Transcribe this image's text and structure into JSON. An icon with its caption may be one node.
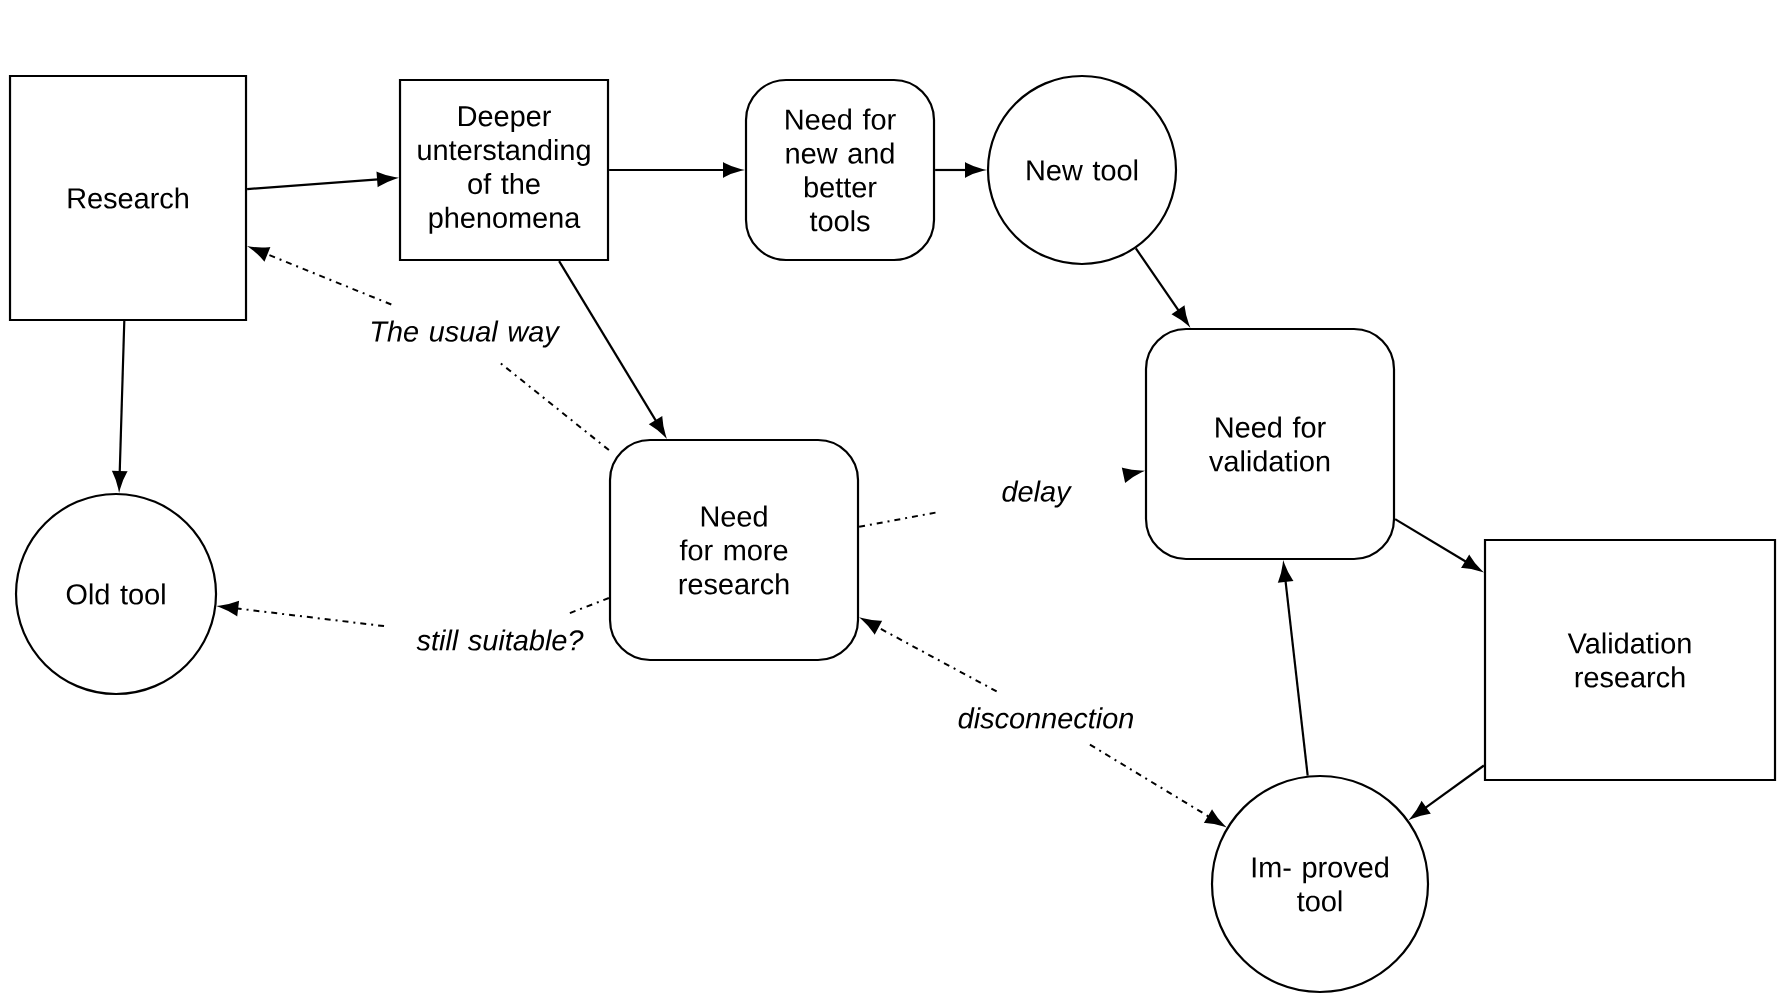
{
  "diagram": {
    "nodes": [
      {
        "text": [
          "Research"
        ]
      },
      {
        "text": [
          "Deeper unterstanding of the phenomena"
        ]
      },
      {
        "text": [
          "Need for new and better tools"
        ]
      },
      {
        "text": [
          "New tool"
        ]
      },
      {
        "text": [
          "Old tool"
        ]
      },
      {
        "text": [
          "Need for more research"
        ]
      },
      {
        "text": [
          "Need for validation"
        ]
      },
      {
        "text": [
          "Validation research"
        ]
      },
      {
        "text": [
          "Im- proved tool"
        ]
      },
      {
        "text": [
          "The usual way"
        ]
      },
      {
        "text": [
          "still suitable?"
        ]
      },
      {
        "text": [
          "delay"
        ]
      },
      {
        "text": [
          "disconnection"
        ]
      }
    ],
    "edges": [
      {
        "from": 0,
        "to": 1,
        "arrow": "to"
      },
      {
        "from": 1,
        "to": 2,
        "arrow": "to"
      },
      {
        "from": 2,
        "to": 3,
        "arrow": "to"
      },
      {
        "from": 0,
        "to": 4,
        "arrow": "to"
      },
      {
        "from": 1,
        "to": 5,
        "arrow": "to"
      },
      {
        "from": 3,
        "to": 6,
        "arrow": "to"
      },
      {
        "from": 6,
        "to": 7,
        "arrow": "to"
      },
      {
        "from": 7,
        "to": 8,
        "arrow": "to"
      },
      {
        "from": 8,
        "to": 6,
        "arrow": "to"
      },
      {
        "from": 9,
        "to": 0,
        "arrow": "to",
        "style": "dashed"
      },
      {
        "from": 5,
        "to": 9,
        "arrow": "none",
        "style": "dashed"
      },
      {
        "from": 10,
        "to": 4,
        "arrow": "to",
        "style": "dashed"
      },
      {
        "from": 5,
        "to": 10,
        "arrow": "none",
        "style": "dashed"
      },
      {
        "from": 5,
        "to": 11,
        "arrow": "none",
        "style": "dashed"
      },
      {
        "from": 11,
        "to": 6,
        "arrow": "to",
        "style": "dashed"
      },
      {
        "from": 12,
        "to": 5,
        "arrow": "to",
        "style": "dashed"
      },
      {
        "from": 12,
        "to": 8,
        "arrow": "to",
        "style": "dashed"
      }
    ]
  }
}
